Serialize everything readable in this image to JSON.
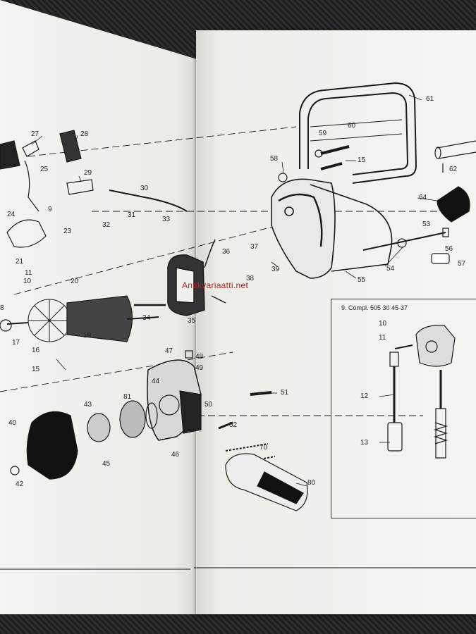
{
  "watermark": "Antikvariaatti.net",
  "inset_title": "9. Compl. 505 30 45-37",
  "labels": {
    "l27": "27",
    "l28": "28",
    "l25": "25",
    "l29": "29",
    "l30": "30",
    "l24": "24",
    "l9": "9",
    "l23": "23",
    "l31": "31",
    "l32": "32",
    "l33": "33",
    "l21": "21",
    "l11": "11",
    "l10": "10",
    "l20": "20",
    "l8": "8",
    "l19": "19",
    "l17": "17",
    "l16": "16",
    "l15a": "15",
    "l34": "34",
    "l35": "35",
    "l36": "36",
    "l37": "37",
    "l38": "38",
    "l39": "39",
    "l58": "58",
    "l59": "59",
    "l60": "60",
    "l15b": "15",
    "l61": "61",
    "l62": "62",
    "l64": "64",
    "l53": "53",
    "l56": "56",
    "l57": "57",
    "l54": "54",
    "l55": "55",
    "l47": "47",
    "l48": "48",
    "l49": "49",
    "l44": "44",
    "l81": "81",
    "l43": "43",
    "l50": "50",
    "l51": "51",
    "l52": "52",
    "l40": "40",
    "l45": "45",
    "l46": "46",
    "l70": "70",
    "l42": "42",
    "l80": "80",
    "i10": "10",
    "i11": "11",
    "i12": "12",
    "i13": "13"
  }
}
